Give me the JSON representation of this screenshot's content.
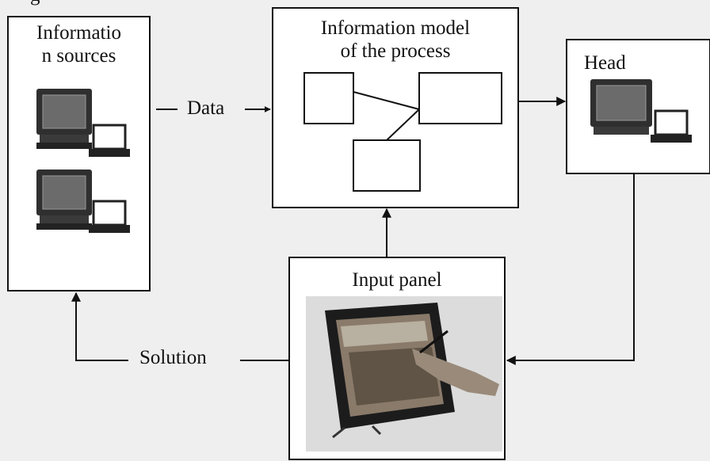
{
  "diagram": {
    "partial_heading": "g",
    "sources": {
      "line1": "Informatio",
      "line2": "n sources"
    },
    "model": {
      "line1": "Information model",
      "line2": "of the process"
    },
    "head": {
      "label": "Head"
    },
    "panel": {
      "label": "Input panel"
    },
    "edges": {
      "data_label": "Data",
      "solution_label": "Solution"
    }
  },
  "colors": {
    "background": "#efefef",
    "box_fill": "#ffffff",
    "stroke": "#111111",
    "monitor_body": "#2f2f2f",
    "monitor_screen": "#6b6b6b",
    "tablet_bezel": "#1c1c1c"
  }
}
